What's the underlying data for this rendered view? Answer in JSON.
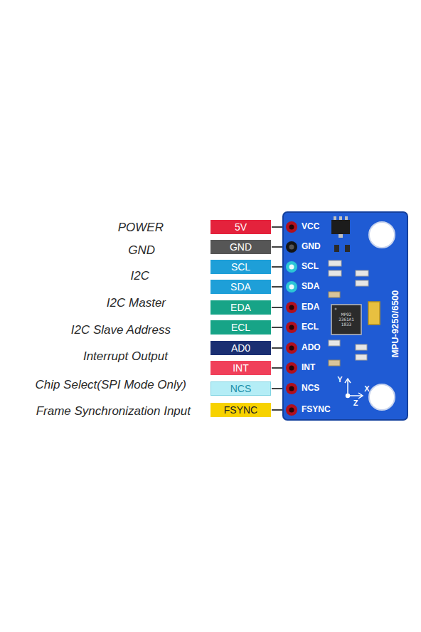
{
  "diagram": {
    "nodes": [
      {
        "text": [
          "5V"
        ]
      },
      {
        "text": [
          "GND"
        ]
      },
      {
        "text": [
          "SCL"
        ]
      },
      {
        "text": [
          "SDA"
        ]
      },
      {
        "text": [
          "EDA"
        ]
      },
      {
        "text": [
          "ECL"
        ]
      },
      {
        "text": [
          "AD0"
        ]
      },
      {
        "text": [
          "INT"
        ]
      },
      {
        "text": [
          "NCS"
        ]
      },
      {
        "text": [
          "FSYNC"
        ]
      }
    ],
    "labels": [
      "POWER",
      "GND",
      "I2C",
      "I2C Master",
      "I2C Slave Address",
      "Interrupt Output",
      "Chip Select(SPI Mode Only)",
      "Frame Synchronization Input",
      "VCC",
      "GND",
      "SCL",
      "SDA",
      "EDA",
      "ECL",
      "ADO",
      "INT",
      "NCS",
      "FSYNC",
      "MPU-9250/6500",
      "MP92",
      "2361A1",
      "1833",
      "Y",
      "X",
      "Z"
    ]
  }
}
